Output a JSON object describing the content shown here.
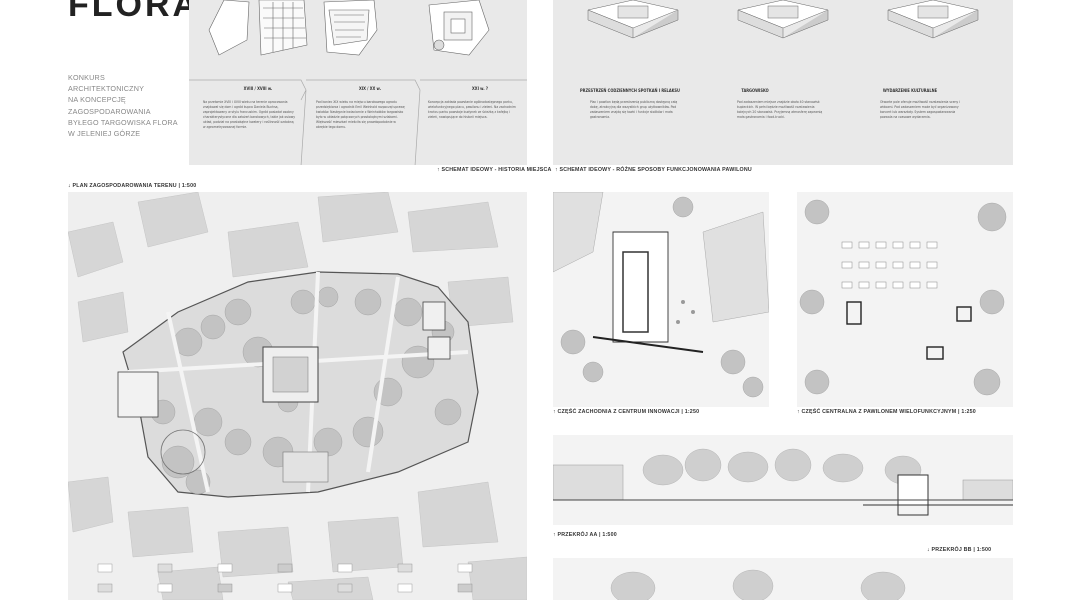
{
  "title": "FLORA",
  "intro_lines": [
    "KONKURS",
    "ARCHITEKTONICZNY",
    "NA KONCEPCJĘ",
    "ZAGOSPODAROWANIA",
    "BYŁEGO TARGOWISKA FLORA",
    "W JELENIEJ GÓRZE"
  ],
  "history_panel": {
    "columns": [
      {
        "heading": "XVIII / XVIII w.",
        "text": "Na przełomie XVIII i XVIII wieku na terenie opracowania znajdował się dom i ogród kupca Daniela Buchsa, zaprojektowany w stylu francuskim. Ogród posiadał osobny charakterystyczne dla założeń barokowych, takie jak osiowy układ, podział na prostokątne kwatery i roślinność ozdobną w zgeometryzowanej formie."
      },
      {
        "heading": "XIX / XX w.",
        "text": "Pod koniec XIX wieku na miejscu barokowego ogrodu przedsiębiorca i ogrodnik Emil Weinhold rozpoczął uprawę kwiatów. Następnie kwiaciarnie z Weinholdów targowisko było w układzie połączonych prostokątnymi szlakami. Większość mieszkań mieściła się prawdopodobnie w obrębie tego domu."
      },
      {
        "heading": "XXI w. ?",
        "text": "Koncepcja zakłada powstanie ogólnodostępnego parku, wielofunkcyjnego placu, pawilonu i zieleni. Na zachodnim krańcu parku powstaje budynek ze ścieżką z kafejką i zieleń, nawiązujące do historii miejsca."
      }
    ],
    "caption": "↑ SCHEMAT IDEOWY - HISTORIA MIEJSCA"
  },
  "function_panel": {
    "columns": [
      {
        "heading": "PRZESTRZEŃ CODZIENNYCH SPOTKAŃ I RELAKSU",
        "text": "Plac i pawilon będą przestrzenią publiczną dostępną całą dobę, atrakcyjną dla wszystkich grup użytkowników. Pod zadaszeniem znajdą się ławki i funkcje stolików i mała gastronomia."
      },
      {
        "heading": "TARGOWISKO",
        "text": "Pod zadaszeniem miejsce znajdzie około 40 stanowisk kupieckich. W pełni będzie możliwość rozstawienia kolejnych 20 stanowisk. Przyjemną atmosferę zapewnią mała gastronomia i food-trucki."
      },
      {
        "heading": "WYDARZENIE KULTURALNE",
        "text": "Otwarte pole oferuje możliwość rozstawienia sceny i widowni. Pod zadaszeniem może być organizowany koncert lub warsztaty. System zagospodarowania pozwala na czasowe wydarzenia."
      }
    ],
    "caption": "↑ SCHEMAT IDEOWY - RÓŻNE SPOSOBY FUNKCJONOWANIA PAWILONU"
  },
  "captions": {
    "site_plan": "↓ PLAN ZAGOSPODAROWANIA TERENU  |  1:500",
    "west_part": "↑ CZĘŚĆ ZACHODNIA Z CENTRUM INNOWACJI  |  1:250",
    "central_part": "↑ CZĘŚĆ CENTRALNA Z PAWILONEM WIELOFUNKCYJNYM  |  1:250",
    "section_aa": "↑ PRZEKRÓJ AA  |  1:500",
    "section_bb": "↓ PRZEKRÓJ BB  |  1:500"
  },
  "colors": {
    "panel": "#e9e9e9",
    "building": "#d9d9d9",
    "tree": "#b9b9b9",
    "line": "#555555",
    "title": "#222222"
  }
}
